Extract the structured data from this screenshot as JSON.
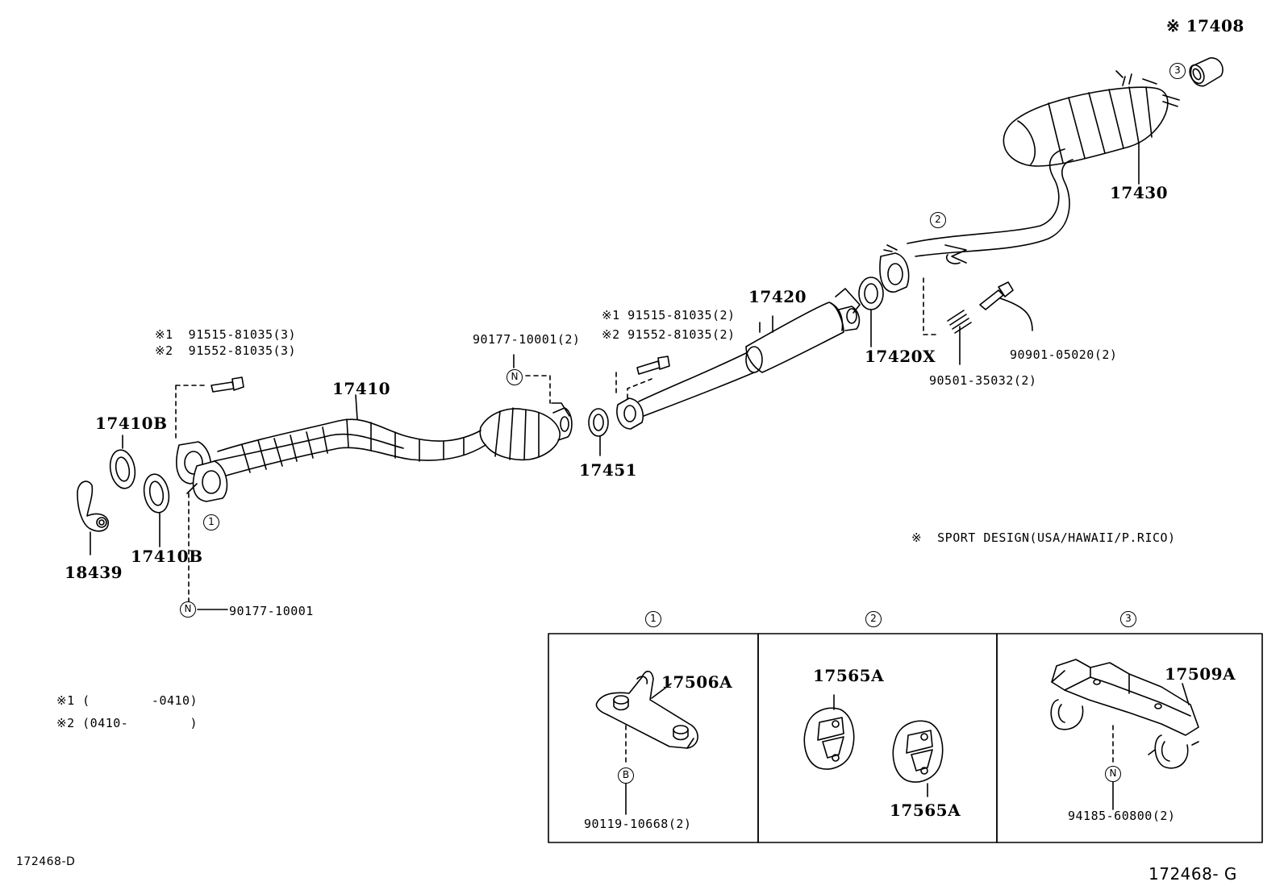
{
  "parts": {
    "p17408": "※ 17408",
    "p17430": "17430",
    "p17420": "17420",
    "p17420x": "17420X",
    "p17410": "17410",
    "p17410b_top": "17410B",
    "p17410b_bottom": "17410B",
    "p17451": "17451",
    "p18439": "18439",
    "p17506a": "17506A",
    "p17565a_top": "17565A",
    "p17565a_bottom": "17565A",
    "p17509a": "17509A"
  },
  "hardware": {
    "bolt_left_1": "※1  91515-81035(3)",
    "bolt_left_2": "※2  91552-81035(3)",
    "bolt_mid_1": "※1 91515-81035(2)",
    "bolt_mid_2": "※2 91552-81035(2)",
    "nut_cat": "90177-10001(2)",
    "nut_left": "90177-10001",
    "bolt_rear": "90901-05020(2)",
    "spring_rear": "90501-35032(2)",
    "bolt_panel1": "90119-10668(2)",
    "nut_panel3": "94185-60800(2)"
  },
  "markers": {
    "one": "1",
    "two": "2",
    "three": "3",
    "nut": "N",
    "bolt": "B"
  },
  "notes": {
    "sport": "※  SPORT DESIGN(USA/HAWAII/P.RICO)",
    "date1": "※1 (        -0410)",
    "date2": "※2 (0410-        )"
  },
  "codes": {
    "left": "172468-D",
    "right": "172468- G"
  }
}
